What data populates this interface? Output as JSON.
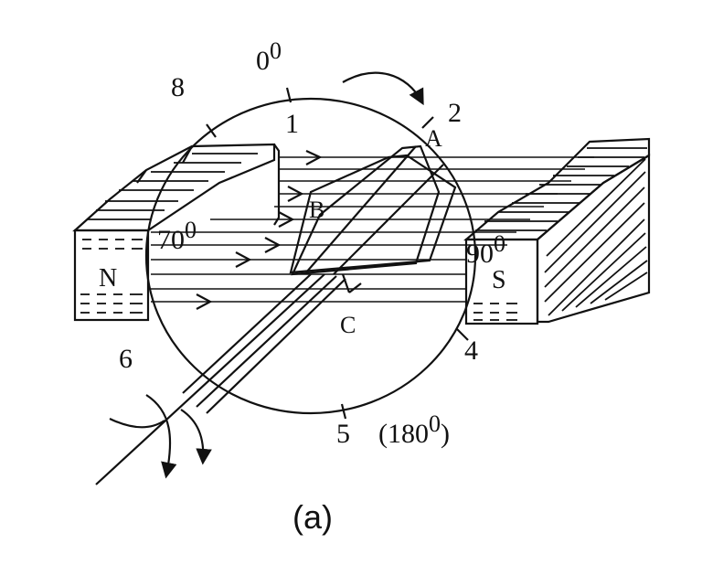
{
  "labels": {
    "deg_0": "0",
    "deg_90": "90",
    "deg_270": "70",
    "deg_180": "(180",
    "deg_180_close": ")",
    "sup0": "0",
    "pos_1": "1",
    "pos_2": "2",
    "pos_4": "4",
    "pos_5": "5",
    "pos_6": "6",
    "pos_8": "8",
    "point_a": "A",
    "point_b": "B",
    "point_c": "C",
    "pole_n": "N",
    "pole_s": "S"
  },
  "caption": "(a)"
}
